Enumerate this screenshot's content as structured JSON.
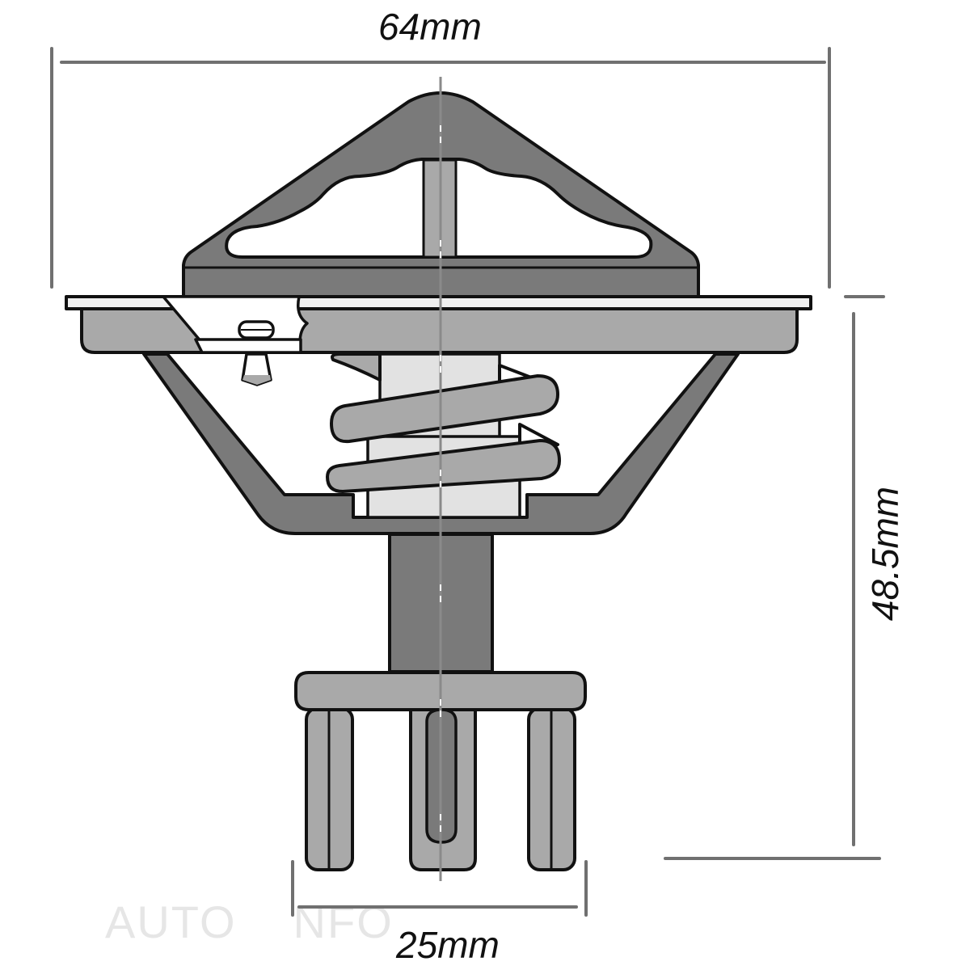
{
  "diagram": {
    "subject": "Thermostat technical drawing",
    "dimensions": {
      "overall_width": "64mm",
      "overall_height": "48.5mm",
      "pin_width": "25mm"
    },
    "watermark": {
      "text_left": "AUTO",
      "text_right": "NFO"
    },
    "colors": {
      "dark_gray": "#7a7a7a",
      "mid_gray": "#a9a9a9",
      "light_gray": "#e2e2e2",
      "outline": "#111111",
      "dimension_line": "#6e6e6e",
      "background": "#ffffff"
    }
  }
}
